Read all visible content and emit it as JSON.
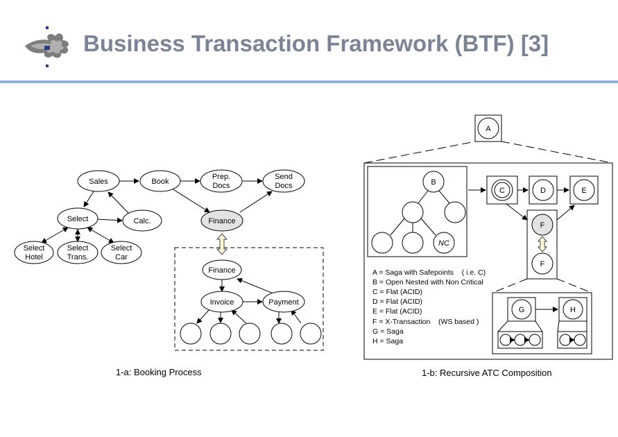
{
  "slide": {
    "title": "Business Transaction Framework (BTF) [3]"
  },
  "diagram_a": {
    "caption": "1-a: Booking Process",
    "nodes": {
      "sales": "Sales",
      "book": "Book",
      "prep_docs": [
        "Prep.",
        "Docs"
      ],
      "send_docs": [
        "Send",
        "Docs"
      ],
      "select": "Select",
      "calc": "Calc.",
      "finance": "Finance",
      "select_hotel": [
        "Select",
        "Hotel"
      ],
      "select_trans": [
        "Select",
        "Trans."
      ],
      "select_car": [
        "Select",
        "Car"
      ],
      "finance_inner": "Finance",
      "invoice": "Invoice",
      "payment": "Payment"
    }
  },
  "diagram_b": {
    "caption": "1-b: Recursive ATC Composition",
    "nodes": {
      "a": "A",
      "b": "B",
      "c": "C",
      "d": "D",
      "e": "E",
      "f_top": "F",
      "f_bottom": "F",
      "g": "G",
      "h": "H",
      "nc": "NC"
    },
    "legend": [
      "A = Saga with Safepoints    ( i.e. C)",
      "B = Open Nested with Non Critical",
      "C = Flat (ACID)",
      "D = Flat (ACID)",
      "E = Flat (ACID)",
      "F = X-Transaction    (WS based )",
      "G = Saga",
      "H = Saga"
    ]
  },
  "colors": {
    "title": "#7b8496",
    "rule": "#8fb3d9",
    "shaded_node": "#e3e3e3"
  }
}
